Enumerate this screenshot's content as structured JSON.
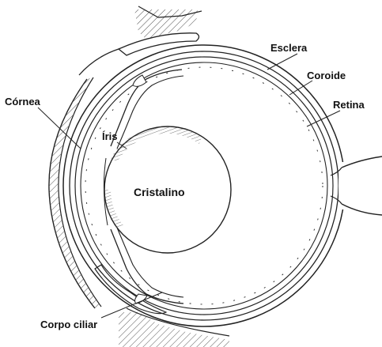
{
  "diagram": {
    "labels": {
      "esclera": "Esclera",
      "coroide": "Coroide",
      "retina": "Retina",
      "cornea": "Córnea",
      "iris": "Íris",
      "cristalino": "Cristalino",
      "corpo_ciliar": "Corpo ciliar"
    },
    "colors": {
      "line": "#222222",
      "hatch": "#555555",
      "background": "#ffffff"
    }
  }
}
